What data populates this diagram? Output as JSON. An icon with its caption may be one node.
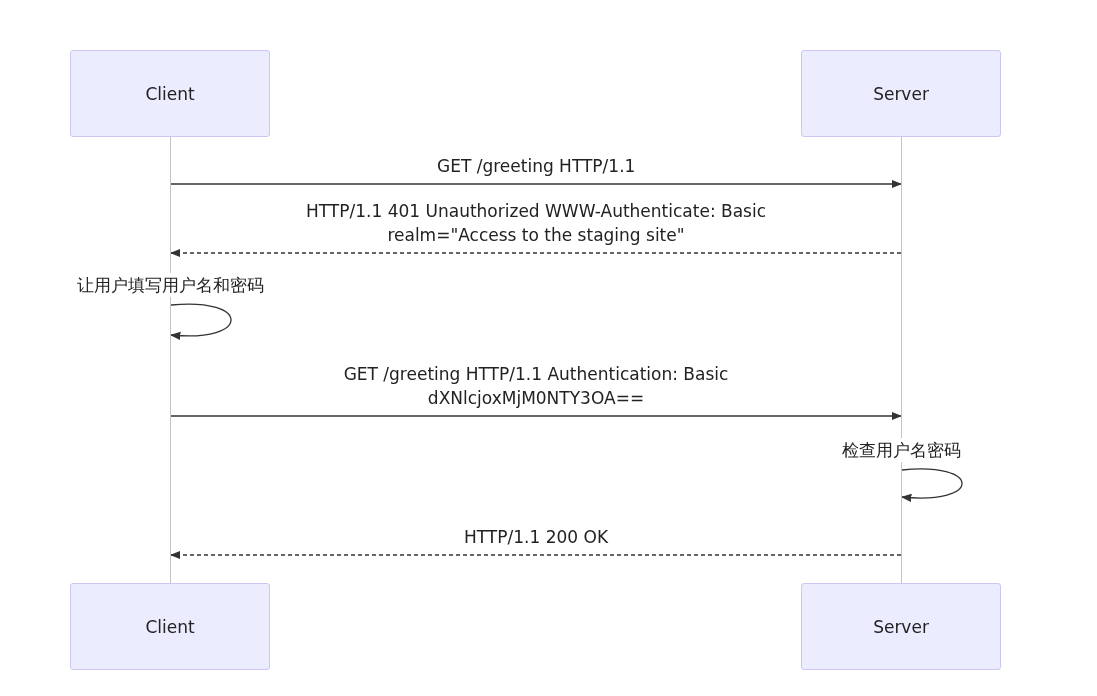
{
  "diagram": {
    "nodes": [
      {
        "text": [
          "Client"
        ]
      },
      {
        "text": [
          "Server"
        ]
      },
      {
        "text": [],
        "shape": "bar"
      },
      {
        "text": [],
        "shape": "bar"
      },
      {
        "text": [
          "Client"
        ]
      },
      {
        "text": [
          "Server"
        ]
      }
    ],
    "edges": [
      {
        "from": 2,
        "to": 3,
        "arrow": "to",
        "label": "GET /greeting HTTP/1.1"
      },
      {
        "from": 3,
        "to": 2,
        "arrow": "to",
        "style": "dashed",
        "label": "HTTP/1.1 401 Unauthorized WWW-Authenticate: Basic realm=\"Access to the staging site\""
      },
      {
        "from": 2,
        "to": 2,
        "arrow": "to",
        "label": "让用户填写用户名和密码"
      },
      {
        "from": 2,
        "to": 3,
        "arrow": "to",
        "label": "GET /greeting HTTP/1.1 Authentication: Basic dXNlcjoxMjM0NTY3OA=="
      },
      {
        "from": 3,
        "to": 3,
        "arrow": "to",
        "label": "检查用户名密码"
      },
      {
        "from": 3,
        "to": 2,
        "arrow": "to",
        "style": "dashed",
        "label": "HTTP/1.1 200 OK"
      }
    ]
  }
}
